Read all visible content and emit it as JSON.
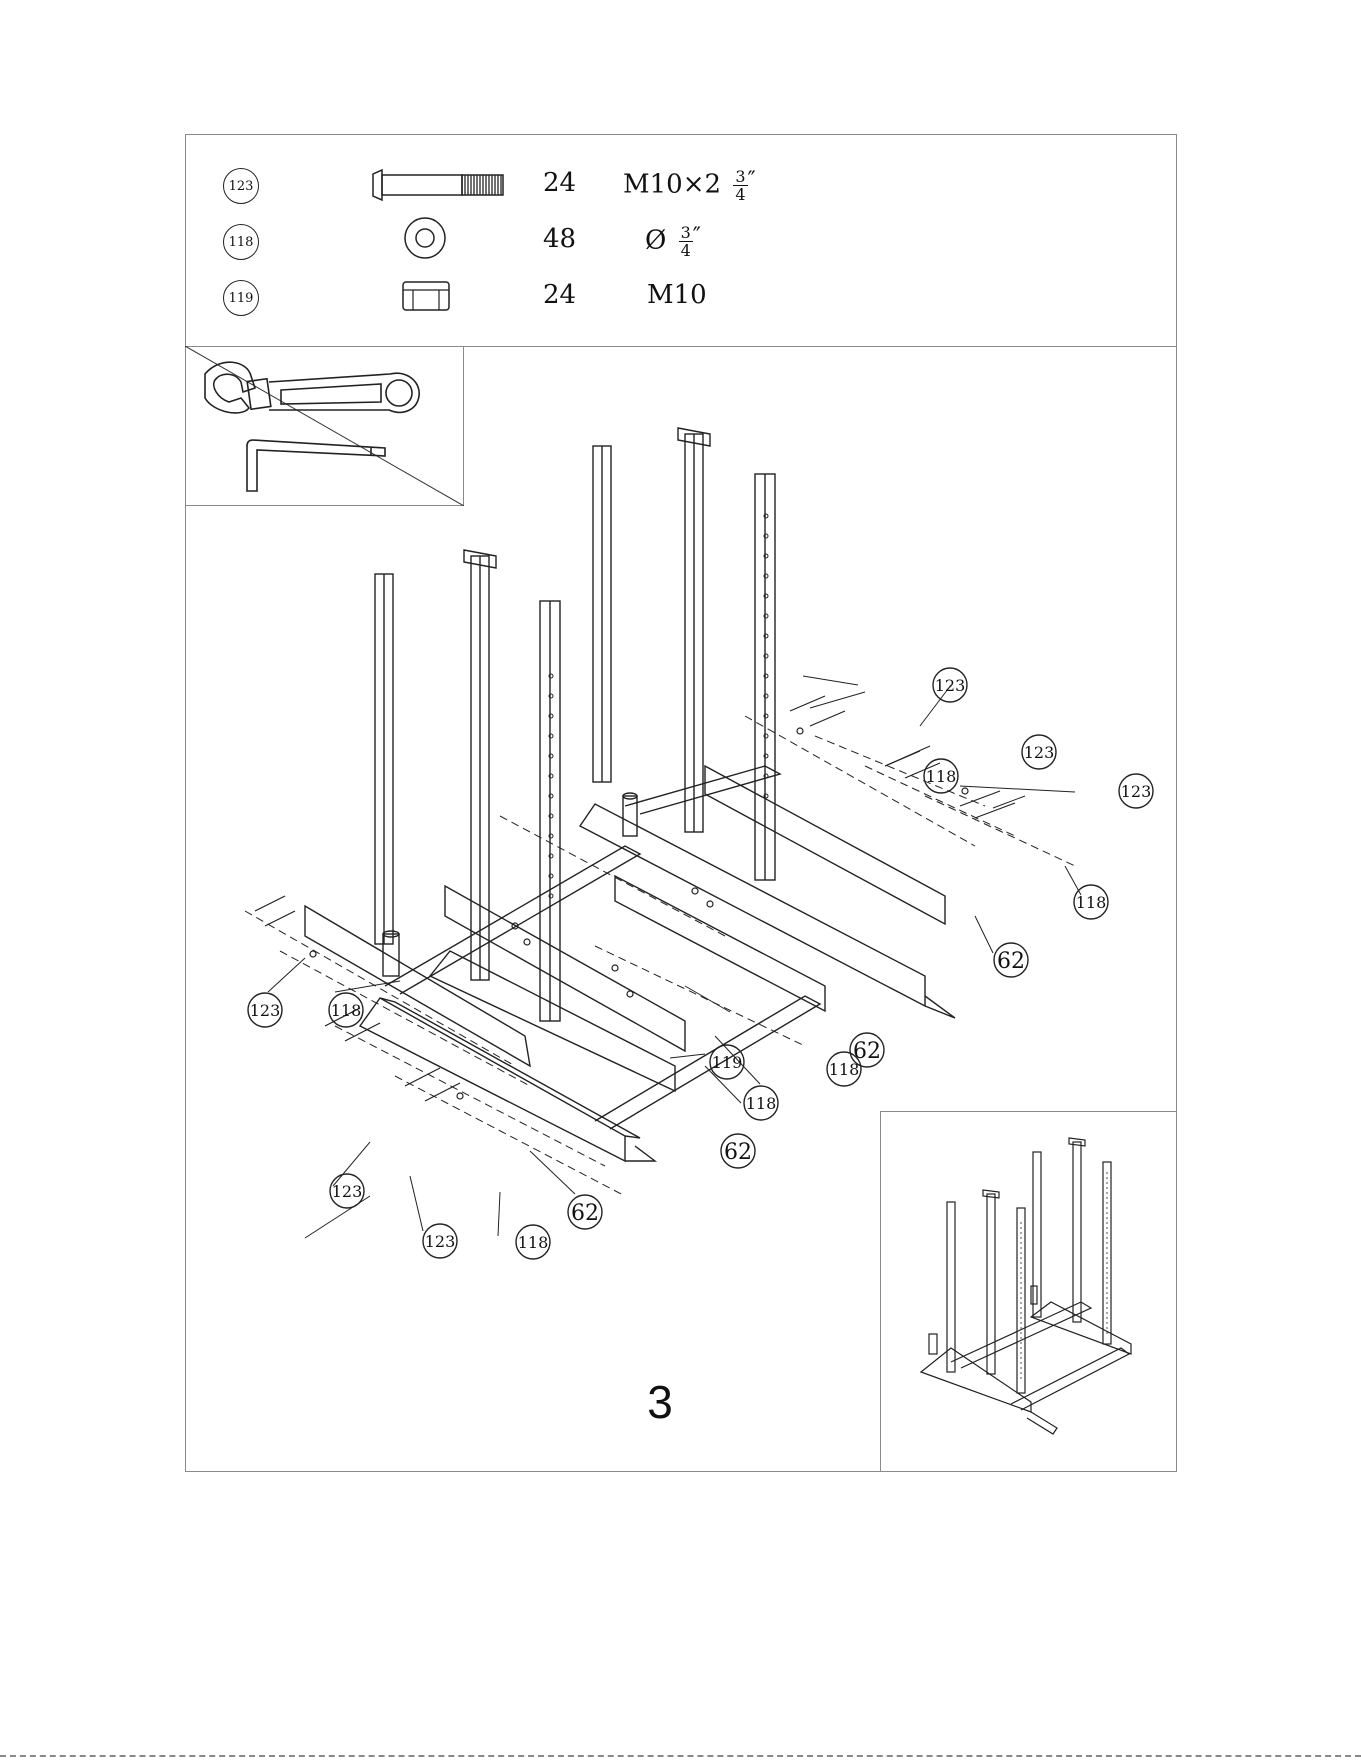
{
  "hardware": [
    {
      "part": "123",
      "qty": "24",
      "spec_main": "M10×2",
      "spec_num": "3",
      "spec_den": "4",
      "spec_unit": "″",
      "icon": "bolt-icon"
    },
    {
      "part": "118",
      "qty": "48",
      "spec_main": "Ø",
      "spec_num": "3",
      "spec_den": "4",
      "spec_unit": "″",
      "icon": "washer-icon"
    },
    {
      "part": "119",
      "qty": "24",
      "spec_main": "M10",
      "icon": "nut-icon"
    }
  ],
  "tools": [
    "wrench-icon",
    "allen-key-icon"
  ],
  "callouts": {
    "bolt": "123",
    "washer": "118",
    "nut": "119",
    "side_frame": "62"
  },
  "step_number": "3",
  "colors": {
    "line": "#222222",
    "border": "#8a8a8a"
  }
}
